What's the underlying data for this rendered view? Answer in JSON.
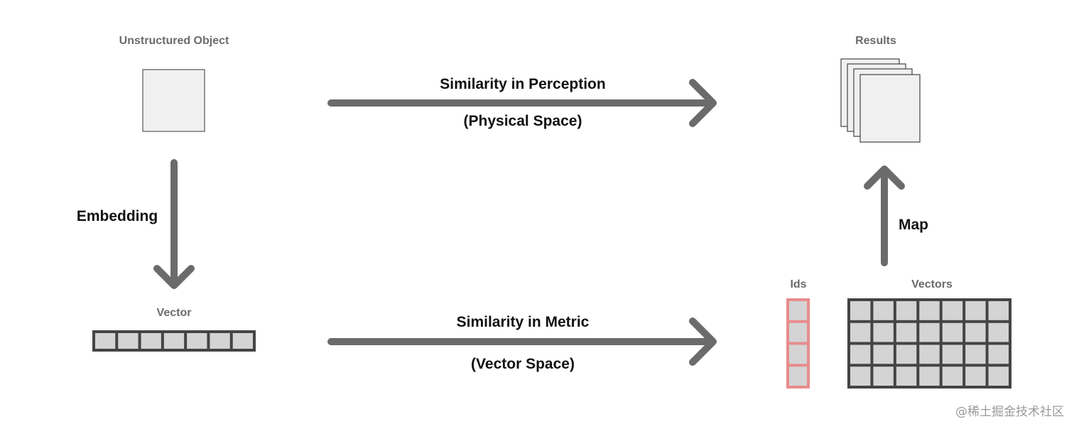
{
  "labels": {
    "unstructured_object": "Unstructured Object",
    "results": "Results",
    "similarity_perception": "Similarity in Perception",
    "physical_space": "(Physical Space)",
    "embedding": "Embedding",
    "map": "Map",
    "vector": "Vector",
    "ids": "Ids",
    "vectors": "Vectors",
    "similarity_metric": "Similarity in Metric",
    "vector_space": "(Vector Space)"
  },
  "watermark": "@稀土掘金技术社区",
  "colors": {
    "arrow": "#6b6b6b",
    "cell_fill": "#d4d4d4",
    "cell_border": "#444444",
    "ids_border": "#e88c8c",
    "doc_fill": "#f0f0f0"
  },
  "structure": {
    "vector_cells": 7,
    "ids_cells": 4,
    "vectors_rows": 4,
    "vectors_cols": 7,
    "result_pages": 4
  }
}
